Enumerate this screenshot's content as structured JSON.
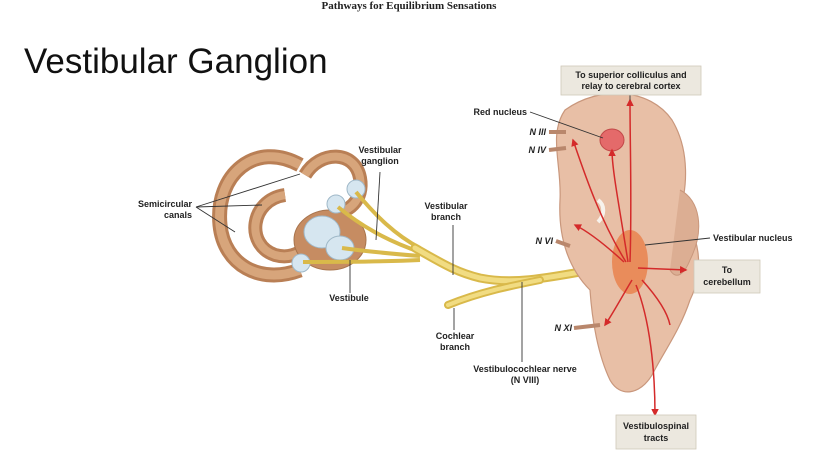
{
  "header": "Pathways for Equilibrium Sensations",
  "slide_title": "Vestibular Ganglion",
  "labels": {
    "semicircular_1": "Semicircular",
    "semicircular_2": "canals",
    "ganglion_1": "Vestibular",
    "ganglion_2": "ganglion",
    "vestibule": "Vestibule",
    "vbranch_1": "Vestibular",
    "vbranch_2": "branch",
    "cochlear_1": "Cochlear",
    "cochlear_2": "branch",
    "nerve_1": "Vestibulocochlear nerve",
    "nerve_2": "(N VIII)",
    "red_nucleus": "Red nucleus",
    "n3": "N III",
    "n4": "N IV",
    "n6": "N VI",
    "n11": "N XI",
    "vestibular_nucleus": "Vestibular nucleus",
    "superior_1": "To superior colliculus and",
    "superior_2": "relay to cerebral cortex",
    "cerebellum_1": "To",
    "cerebellum_2": "cerebellum",
    "spinal_1": "Vestibulospinal",
    "spinal_2": "tracts"
  },
  "colors": {
    "labyrinth": "#c8956a",
    "nerve": "#ecd36a",
    "brainstem": "#e8bfa6",
    "pathway": "#d42a2a",
    "label_box": "#ece8df"
  }
}
